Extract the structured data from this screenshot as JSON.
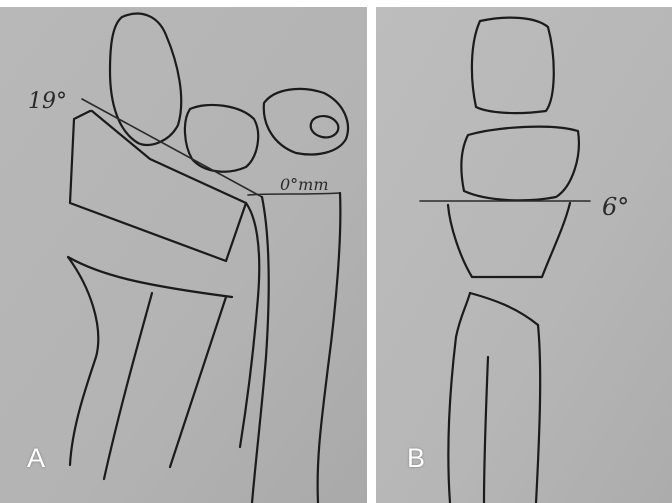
{
  "panels": [
    {
      "id": "A",
      "label": "A",
      "annotations": {
        "angle": "19°",
        "offset": "0°mm"
      }
    },
    {
      "id": "B",
      "label": "B",
      "annotations": {
        "angle": "6°"
      }
    }
  ],
  "colors": {
    "paper": "#b4b4b4",
    "ink": "#1b1b1b",
    "background": "#ffffff",
    "label": "#ffffff"
  }
}
